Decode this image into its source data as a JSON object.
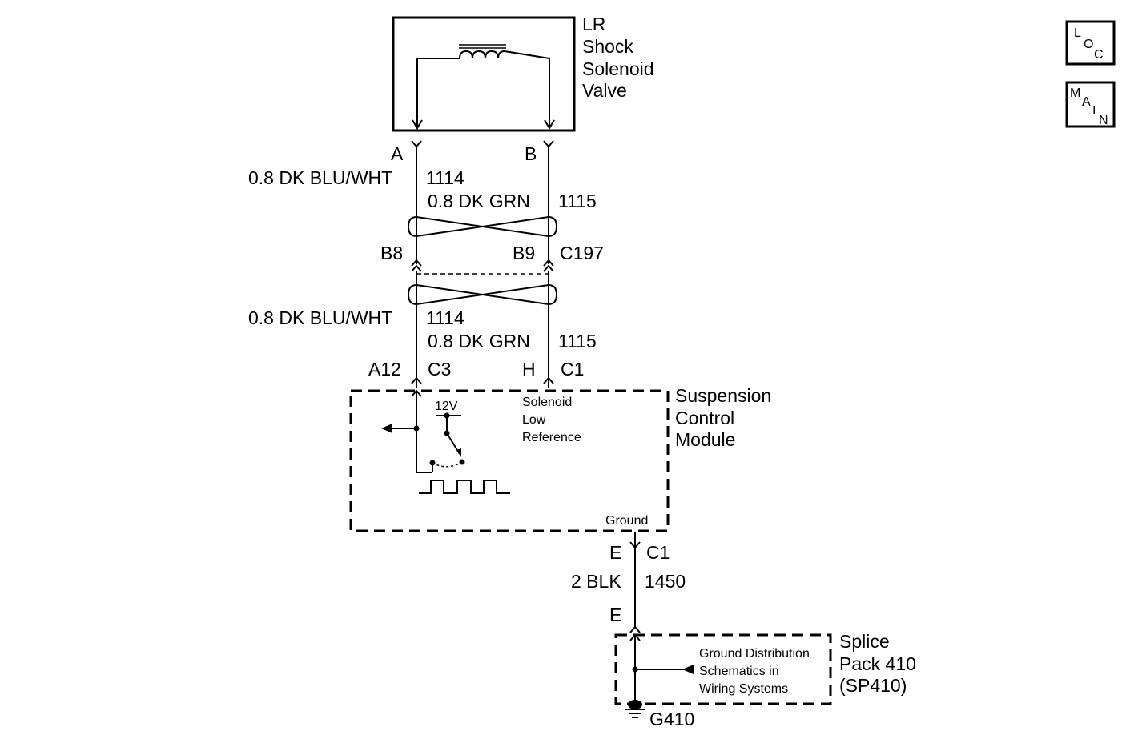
{
  "nav": {
    "loc": {
      "l1": "L",
      "l2": "O",
      "l3": "C"
    },
    "main": {
      "l1": "M",
      "l2": "A",
      "l3": "I",
      "l4": "N"
    }
  },
  "component": {
    "line1": "LR",
    "line2": "Shock",
    "line3": "Solenoid",
    "line4": "Valve"
  },
  "pins": {
    "a": "A",
    "b": "B",
    "b8": "B8",
    "b9": "B9",
    "c197": "C197",
    "a12": "A12",
    "c3": "C3",
    "h": "H",
    "c1": "C1",
    "e": "E",
    "e_c1": "C1",
    "e2": "E"
  },
  "wires": {
    "w1114_top": {
      "color": "0.8 DK BLU/WHT",
      "circuit": "1114"
    },
    "w1115_top": {
      "color": "0.8 DK GRN",
      "circuit": "1115"
    },
    "w1114_bot": {
      "color": "0.8 DK BLU/WHT",
      "circuit": "1114"
    },
    "w1115_bot": {
      "color": "0.8 DK GRN",
      "circuit": "1115"
    },
    "w1450": {
      "color": "2 BLK",
      "circuit": "1450"
    }
  },
  "module": {
    "name1": "Suspension",
    "name2": "Control",
    "name3": "Module",
    "voltage": "12V",
    "sol1": "Solenoid",
    "sol2": "Low",
    "sol3": "Reference",
    "ground": "Ground"
  },
  "splice": {
    "name1": "Splice",
    "name2": "Pack 410",
    "name3": "(SP410)",
    "ref1": "Ground Distribution",
    "ref2": "Schematics in",
    "ref3": "Wiring Systems",
    "g": "G410"
  }
}
